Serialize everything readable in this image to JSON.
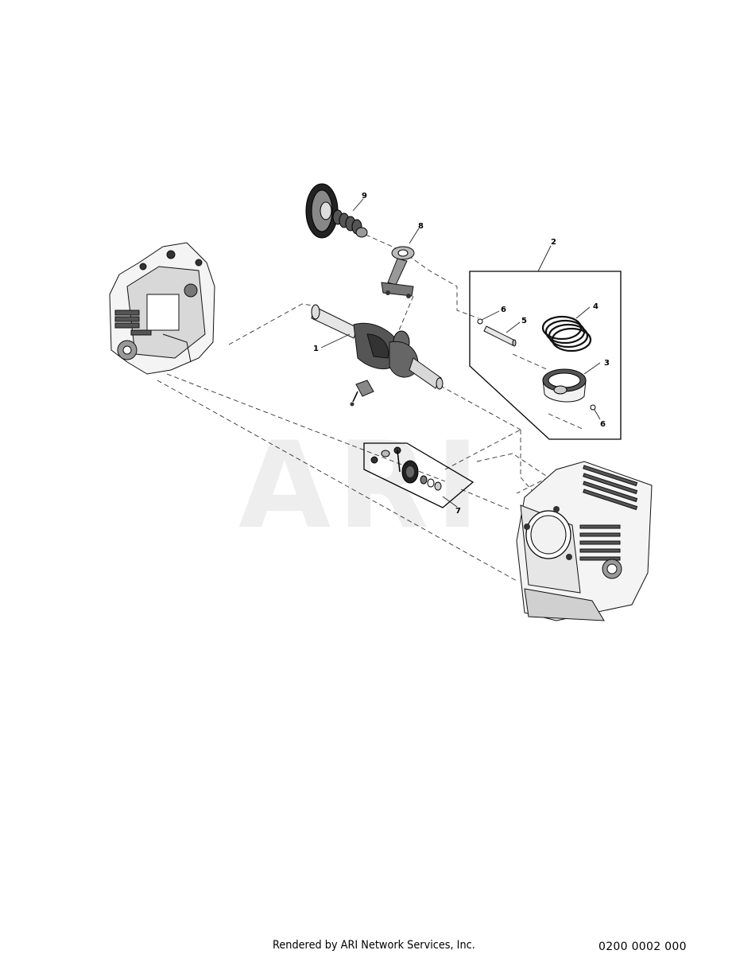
{
  "watermark": {
    "text": "ARI",
    "color": "#eeeeee"
  },
  "callouts": [
    {
      "id": "1",
      "label": "1"
    },
    {
      "id": "2",
      "label": "2"
    },
    {
      "id": "3",
      "label": "3"
    },
    {
      "id": "4",
      "label": "4"
    },
    {
      "id": "5",
      "label": "5"
    },
    {
      "id": "6a",
      "label": "6"
    },
    {
      "id": "6b",
      "label": "6"
    },
    {
      "id": "7",
      "label": "7"
    },
    {
      "id": "8",
      "label": "8"
    },
    {
      "id": "9",
      "label": "9"
    }
  ],
  "footer": {
    "credit": "Rendered by ARI Network Services, Inc.",
    "code": "0200 0002 000"
  }
}
